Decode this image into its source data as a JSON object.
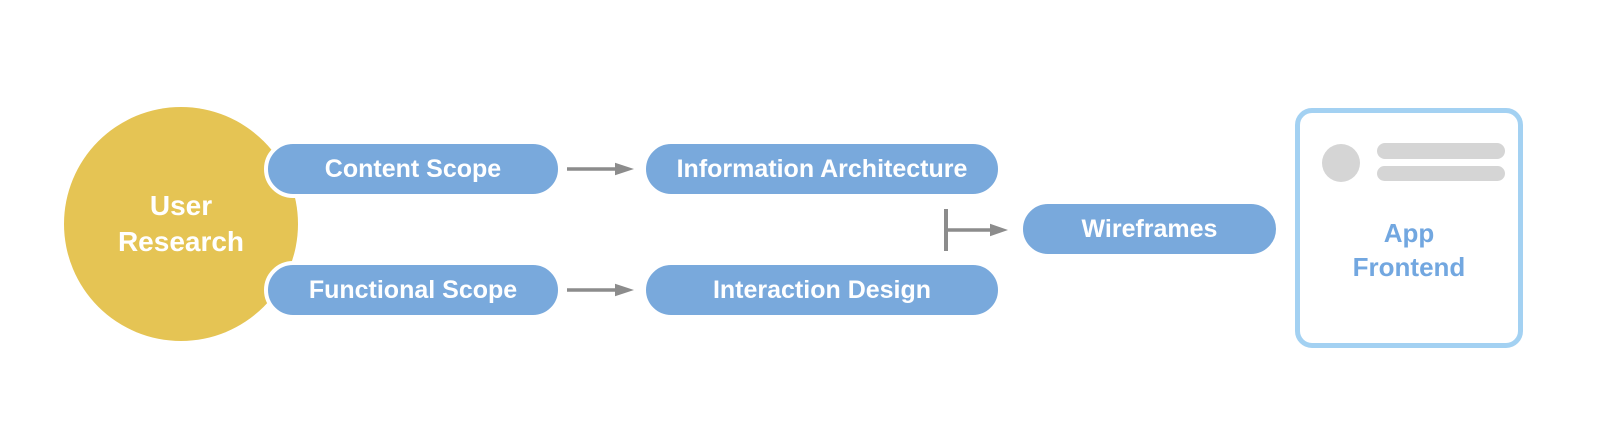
{
  "colors": {
    "canvas_bg": "#FFFFFF",
    "circle_fill": "#E5C454",
    "circle_text": "#FFFFFF",
    "pill_fill": "#79A9DC",
    "pill_text": "#FFFFFF",
    "pill_border": "#FFFFFF",
    "arrow": "#8C8C8C",
    "card_border": "#A3D1F2",
    "card_bg": "#FFFFFF",
    "card_text": "#72A7E0",
    "placeholder_shape": "#D5D5D5"
  },
  "nodes": {
    "user_research": {
      "line1": "User",
      "line2": "Research"
    },
    "content_scope": {
      "label": "Content Scope"
    },
    "functional_scope": {
      "label": "Functional Scope"
    },
    "information_architecture": {
      "label": "Information Architecture"
    },
    "interaction_design": {
      "label": "Interaction Design"
    },
    "wireframes": {
      "label": "Wireframes"
    },
    "app_frontend": {
      "line1": "App",
      "line2": "Frontend"
    }
  }
}
